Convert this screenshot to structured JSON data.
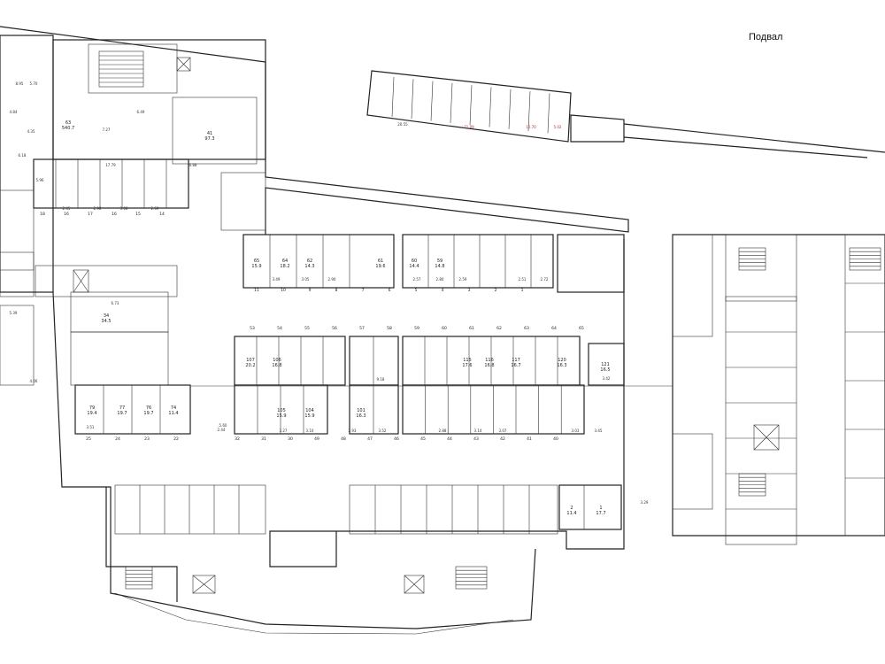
{
  "plan": {
    "title": "Подвал",
    "line_color": "#222222",
    "dim_color_red": "#b03030",
    "rooms": [
      {
        "id": "63",
        "area": "540.7"
      },
      {
        "id": "41",
        "area": "97.3"
      },
      {
        "id": "34",
        "area": "34.5"
      },
      {
        "id": "65",
        "area": "15.9"
      },
      {
        "id": "64",
        "area": "18.2"
      },
      {
        "id": "62",
        "area": "14.3"
      },
      {
        "id": "61",
        "area": "19.6"
      },
      {
        "id": "60",
        "area": "14.4"
      },
      {
        "id": "59",
        "area": "14.8"
      },
      {
        "id": "107",
        "area": "20.2"
      },
      {
        "id": "106",
        "area": "16.8"
      },
      {
        "id": "105",
        "area": "15.9"
      },
      {
        "id": "104",
        "area": "15.9"
      },
      {
        "id": "101",
        "area": "16.3"
      },
      {
        "id": "115",
        "area": "17.6"
      },
      {
        "id": "116",
        "area": "16.8"
      },
      {
        "id": "117",
        "area": "16.7"
      },
      {
        "id": "120",
        "area": "16.3"
      },
      {
        "id": "121",
        "area": "16.5"
      },
      {
        "id": "79",
        "area": "19.4"
      },
      {
        "id": "77",
        "area": "19.7"
      },
      {
        "id": "76",
        "area": "19.7"
      },
      {
        "id": "74",
        "area": "11.4"
      },
      {
        "id": "1",
        "area": "17.7"
      },
      {
        "id": "2",
        "area": "11.4"
      }
    ],
    "parking_numbers_top": [
      "53",
      "54",
      "55",
      "56",
      "57",
      "58",
      "59",
      "60",
      "61",
      "62",
      "63",
      "64",
      "65"
    ],
    "parking_numbers_bottom": [
      "32",
      "31",
      "30",
      "49",
      "48",
      "47",
      "46",
      "45",
      "44",
      "43",
      "42",
      "41",
      "40"
    ],
    "row_numbers_upper": [
      "11",
      "10",
      "9",
      "8",
      "7",
      "6",
      "5",
      "4",
      "3",
      "2",
      "1"
    ],
    "row_numbers_west": [
      "18",
      "16",
      "17",
      "16",
      "15",
      "14"
    ],
    "row_numbers_lower_left": [
      "25",
      "24",
      "23",
      "22"
    ],
    "dims": [
      "8.95",
      "5.70",
      "4.84",
      "4.35",
      "6.49",
      "7.27",
      "6.18",
      "17.79",
      "5.96",
      "2.45",
      "2.98",
      "3.08",
      "2.69",
      "5.39",
      "6.73",
      "4.06",
      "3.49",
      "3.05",
      "2.90",
      "2.57",
      "2.80",
      "2.59",
      "2.51",
      "2.72",
      "3.42",
      "3.51",
      "3.27",
      "3.10",
      "2.93",
      "3.52",
      "2.44",
      "2.88",
      "3.14",
      "3.07",
      "3.03",
      "3.45",
      "3.29",
      "5.60",
      "6.88",
      "9.18",
      "20.55",
      "21.09",
      "10.70",
      "5.02"
    ]
  }
}
